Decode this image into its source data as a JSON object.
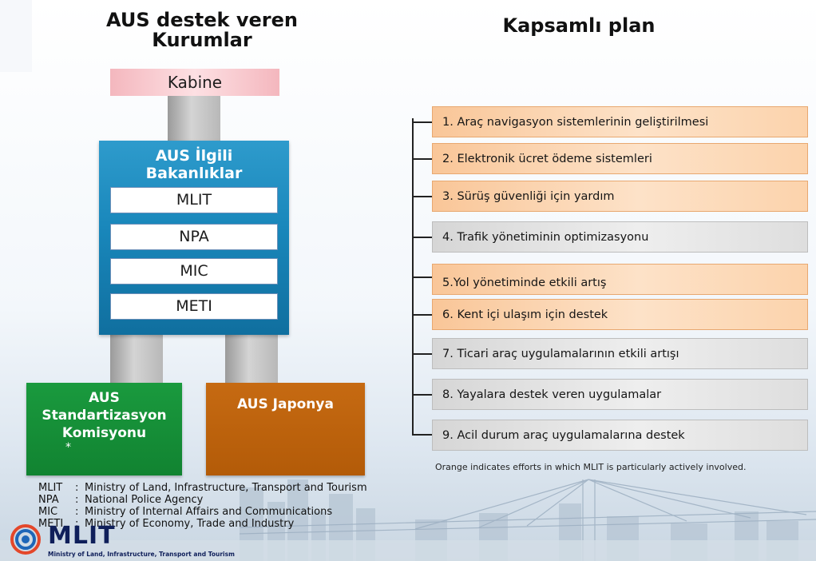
{
  "left_heading": {
    "line1": "AUS destek veren",
    "line2": "Kurumlar"
  },
  "right_heading": "Kapsamlı plan",
  "cabinet": "Kabine",
  "ministries": {
    "title_line1": "AUS İlgili",
    "title_line2": "Bakanlıklar",
    "items": [
      "MLIT",
      "NPA",
      "MIC",
      "METI"
    ]
  },
  "standardization_committee": {
    "line1": "AUS",
    "line2": "Standartizasyon",
    "line3": "Komisyonu",
    "asterisk": "*"
  },
  "aus_japan": "AUS Japonya",
  "plan_items": [
    {
      "label": "1. Araç navigasyon sistemlerinin geliştirilmesi",
      "highlight": "orange"
    },
    {
      "label": "2. Elektronik ücret ödeme sistemleri",
      "highlight": "orange"
    },
    {
      "label": "3. Sürüş güvenliği için yardım",
      "highlight": "orange"
    },
    {
      "label": "4. Trafik yönetiminin optimizasyonu",
      "highlight": "gray"
    },
    {
      "label": "5.Yol yönetiminde etkili artış",
      "highlight": "orange"
    },
    {
      "label": "6. Kent içi ulaşım için destek",
      "highlight": "orange"
    },
    {
      "label": "7. Ticari araç uygulamalarının etkili artışı",
      "highlight": "gray"
    },
    {
      "label": "8. Yayalara destek veren uygulamalar",
      "highlight": "gray"
    },
    {
      "label": "9. Acil durum araç uygulamalarına destek",
      "highlight": "gray"
    }
  ],
  "note": "Orange indicates efforts in which MLIT is particularly actively involved.",
  "abbreviations": [
    {
      "code": "MLIT",
      "sep": ":",
      "text": "Ministry of Land, Infrastructure, Transport and Tourism"
    },
    {
      "code": "NPA",
      "sep": ":",
      "text": "National Police Agency"
    },
    {
      "code": "MIC",
      "sep": ":",
      "text": "Ministry of Internal Affairs and Communications"
    },
    {
      "code": "METI",
      "sep": ":",
      "text": "Ministry  of Economy, Trade and Industry"
    }
  ],
  "logo": {
    "word": "MLIT",
    "caption": "Ministry of Land, Infrastructure, Transport and Tourism"
  },
  "colors": {
    "cabinet": "#f4b7be",
    "ministries_panel": "#1987bb",
    "committee": "#118331",
    "aus_japan": "#b35b08",
    "plan_orange": "#fcd3ac",
    "plan_gray": "#e4e4e4"
  }
}
